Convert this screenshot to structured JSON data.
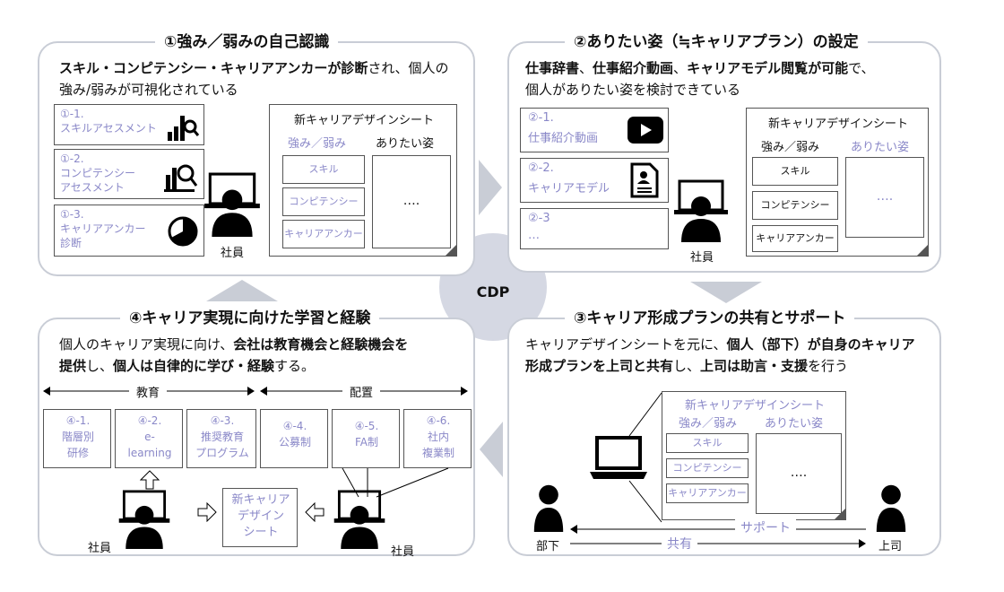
{
  "center": {
    "label": "CDP"
  },
  "p1": {
    "title": "①強み／弱みの自己認識",
    "desc1_b1": "スキル・コンピテンシー・キャリアアンカーが診断",
    "desc1_t1": "され、個人の",
    "desc2": "強み/弱みが可視化されている",
    "items": [
      {
        "num": "①-1.",
        "l1": "スキルアセスメント",
        "l2": ""
      },
      {
        "num": "①-2.",
        "l1": "コンピテンシー",
        "l2": "アセスメント"
      },
      {
        "num": "①-3.",
        "l1": "キャリアアンカー",
        "l2": "診断"
      }
    ],
    "person": "社員",
    "sheet": {
      "title": "新キャリアデザインシート",
      "col1": "強み／弱み",
      "col2": "ありたい姿",
      "box1": "スキル",
      "box2": "コンピテンシー",
      "box3": "キャリアアンカー",
      "dots": "…."
    }
  },
  "p2": {
    "title": "②ありたい姿（≒キャリアプラン）の設定",
    "desc1_b1": "仕事辞書",
    "desc1_t1": "、",
    "desc1_b2": "仕事紹介動画",
    "desc1_t2": "、",
    "desc1_b3": "キャリアモデル閲覧が可能",
    "desc1_t3": "で、",
    "desc2": "個人がありたい姿を検討できている",
    "items": [
      {
        "num": "②-1.",
        "l1": "仕事紹介動画"
      },
      {
        "num": "②-2.",
        "l1": "キャリアモデル"
      },
      {
        "num": "②-3",
        "l1": "…"
      }
    ],
    "person": "社員",
    "sheet": {
      "title": "新キャリアデザインシート",
      "col1": "強み／弱み",
      "col2": "ありたい姿",
      "box1": "スキル",
      "box2": "コンピテンシー",
      "box3": "キャリアアンカー",
      "dots": "…."
    }
  },
  "p3": {
    "title": "③キャリア形成プランの共有とサポート",
    "desc1_t1": "キャリアデザインシートを元に、",
    "desc1_b1": "個人（部下）が自身のキャリア",
    "desc2_b1": "形成プランを上司と共有",
    "desc2_t1": "し、",
    "desc2_b2": "上司は助言・支援",
    "desc2_t2": "を行う",
    "sheet": {
      "title": "新キャリアデザインシート",
      "col1": "強み／弱み",
      "col2": "ありたい姿",
      "box1": "スキル",
      "box2": "コンピテンシー",
      "box3": "キャリアアンカー",
      "dots": "…."
    },
    "support": "サポート",
    "share": "共有",
    "subordinate": "部下",
    "boss": "上司"
  },
  "p4": {
    "title": "④キャリア実現に向けた学習と経験",
    "desc1_t1": "個人のキャリア実現に向け、",
    "desc1_b1": "会社は教育機会と経験機会を",
    "desc2_b1": "提供",
    "desc2_t1": "し、",
    "desc2_b2": "個人は自律的に学び・経験",
    "desc2_t2": "する。",
    "edu": "教育",
    "place": "配置",
    "items": [
      {
        "num": "④-1.",
        "l1": "階層別",
        "l2": "研修"
      },
      {
        "num": "④-2.",
        "l1": "e-",
        "l2": "learning"
      },
      {
        "num": "④-3.",
        "l1": "推奨教育",
        "l2": "プログラム"
      },
      {
        "num": "④-4.",
        "l1": "公募制",
        "l2": ""
      },
      {
        "num": "④-5.",
        "l1": "FA制",
        "l2": ""
      },
      {
        "num": "④-6.",
        "l1": "社内",
        "l2": "複業制"
      }
    ],
    "sheet_l1": "新キャリア",
    "sheet_l2": "デザイン",
    "sheet_l3": "シート",
    "person1": "社員",
    "person2": "社員"
  }
}
